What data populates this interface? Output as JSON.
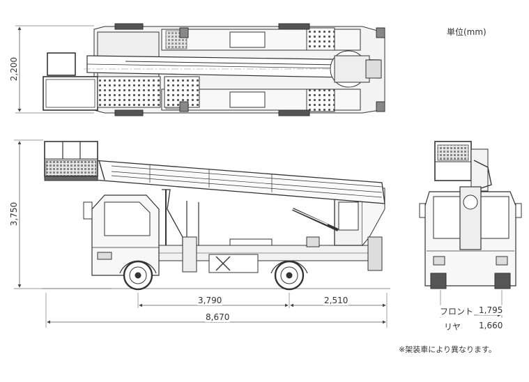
{
  "unit_label": "単位(mm)",
  "note": "※架装車により異なります。",
  "dimensions": {
    "width_top": "2,200",
    "height_side": "3,750",
    "wheelbase": "3,790",
    "rear_overhang": "2,510",
    "overall_length": "8,670",
    "front_tread_label": "フロント",
    "front_tread": "1,795",
    "rear_tread_label": "リヤ",
    "rear_tread": "1,660"
  }
}
